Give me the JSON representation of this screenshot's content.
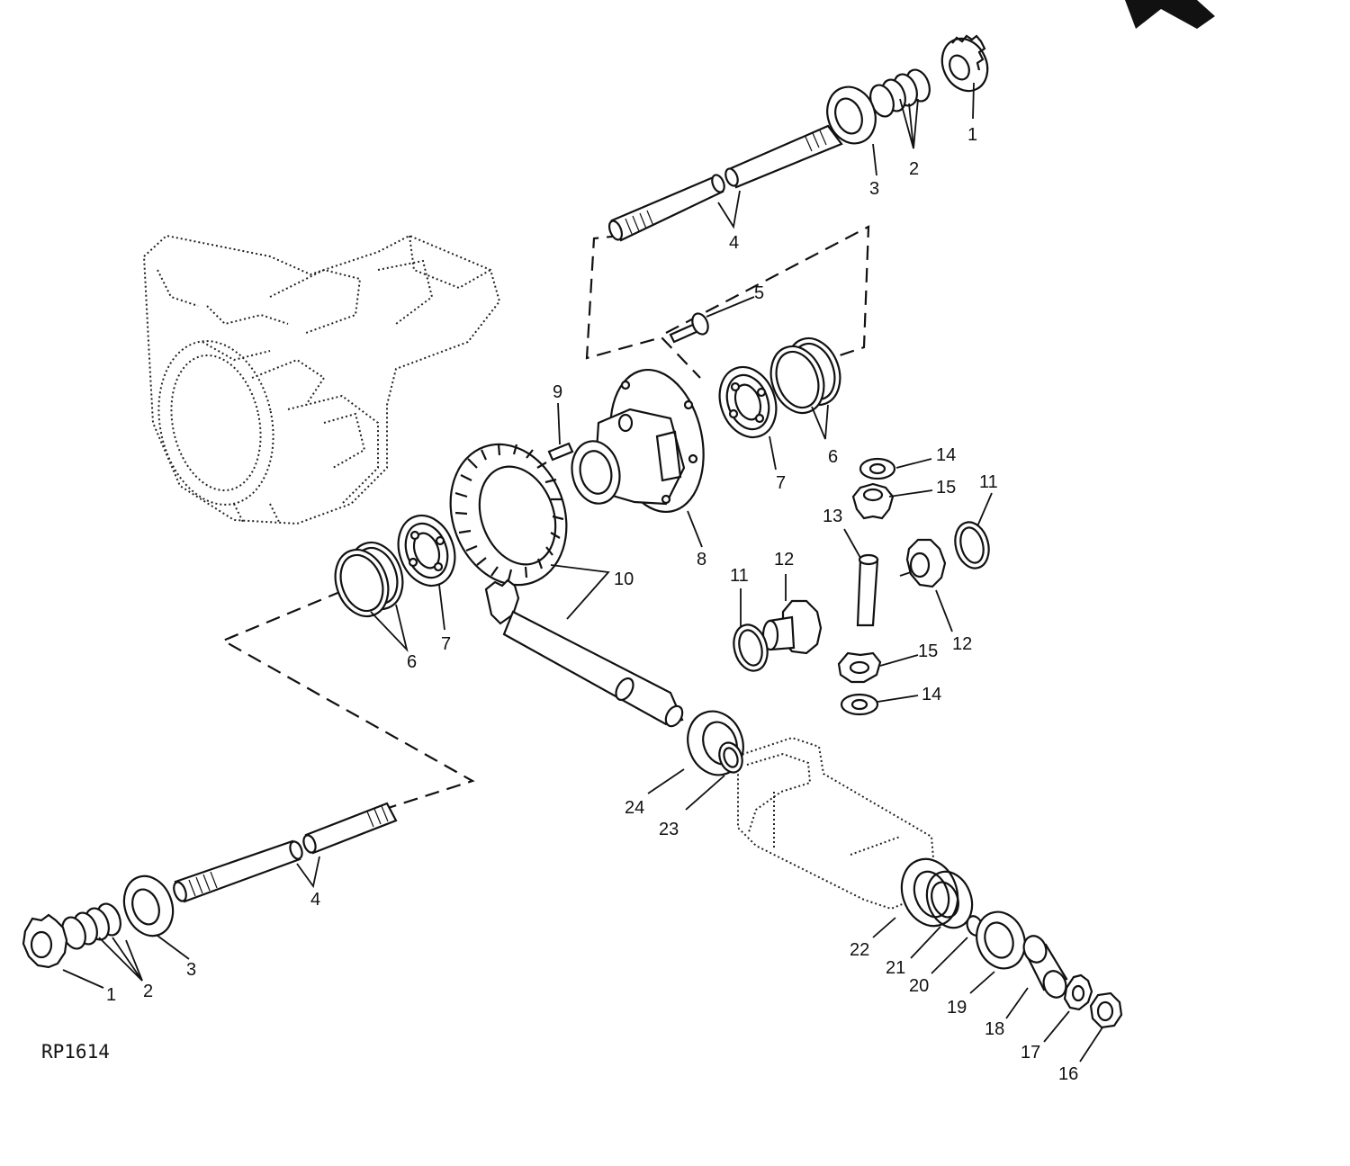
{
  "diagram": {
    "reference_code": "RP1614",
    "part_numbers": [
      "1",
      "2",
      "3",
      "4",
      "5",
      "6",
      "7",
      "8",
      "9",
      "10",
      "11",
      "12",
      "13",
      "14",
      "15",
      "16",
      "17",
      "18",
      "19",
      "20",
      "21",
      "22",
      "23",
      "24"
    ],
    "callouts": {
      "c1_top": "1",
      "c2_top": "2",
      "c3_top": "3",
      "c4_top": "4",
      "c5": "5",
      "c6_right": "6",
      "c7_right": "7",
      "c8": "8",
      "c9": "9",
      "c10": "10",
      "c11_right": "11",
      "c11_left": "11",
      "c12_left": "12",
      "c12_right": "12",
      "c13": "13",
      "c14_top": "14",
      "c14_bottom": "14",
      "c15_top": "15",
      "c15_bottom": "15",
      "c6_left": "6",
      "c7_left": "7",
      "c24": "24",
      "c23": "23",
      "c4_bottom": "4",
      "c3_bottom": "3",
      "c2_bottom": "2",
      "c1_bottom": "1",
      "c22": "22",
      "c21": "21",
      "c20": "20",
      "c19": "19",
      "c18": "18",
      "c17": "17",
      "c16": "16"
    }
  }
}
